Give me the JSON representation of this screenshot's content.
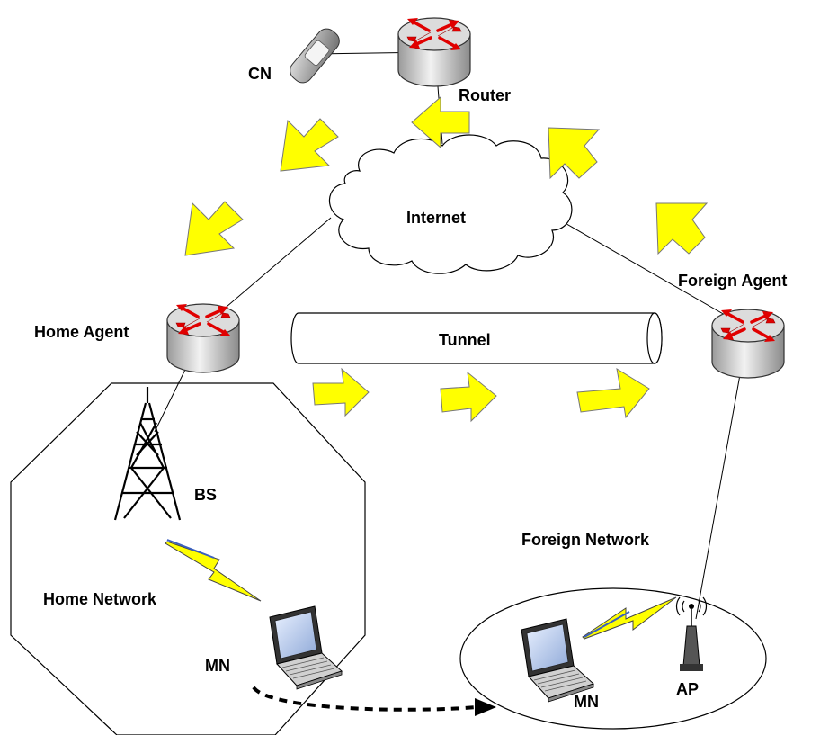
{
  "labels": {
    "cn": "CN",
    "router": "Router",
    "internet": "Internet",
    "home_agent": "Home Agent",
    "foreign_agent": "Foreign Agent",
    "tunnel": "Tunnel",
    "bs": "BS",
    "home_network": "Home Network",
    "foreign_network": "Foreign Network",
    "mn_home": "MN",
    "mn_foreign": "MN",
    "ap": "AP"
  },
  "colors": {
    "arrow_fill": "#ffff00",
    "router_arrow": "#e00000",
    "router_body": "#c8c8c8"
  }
}
